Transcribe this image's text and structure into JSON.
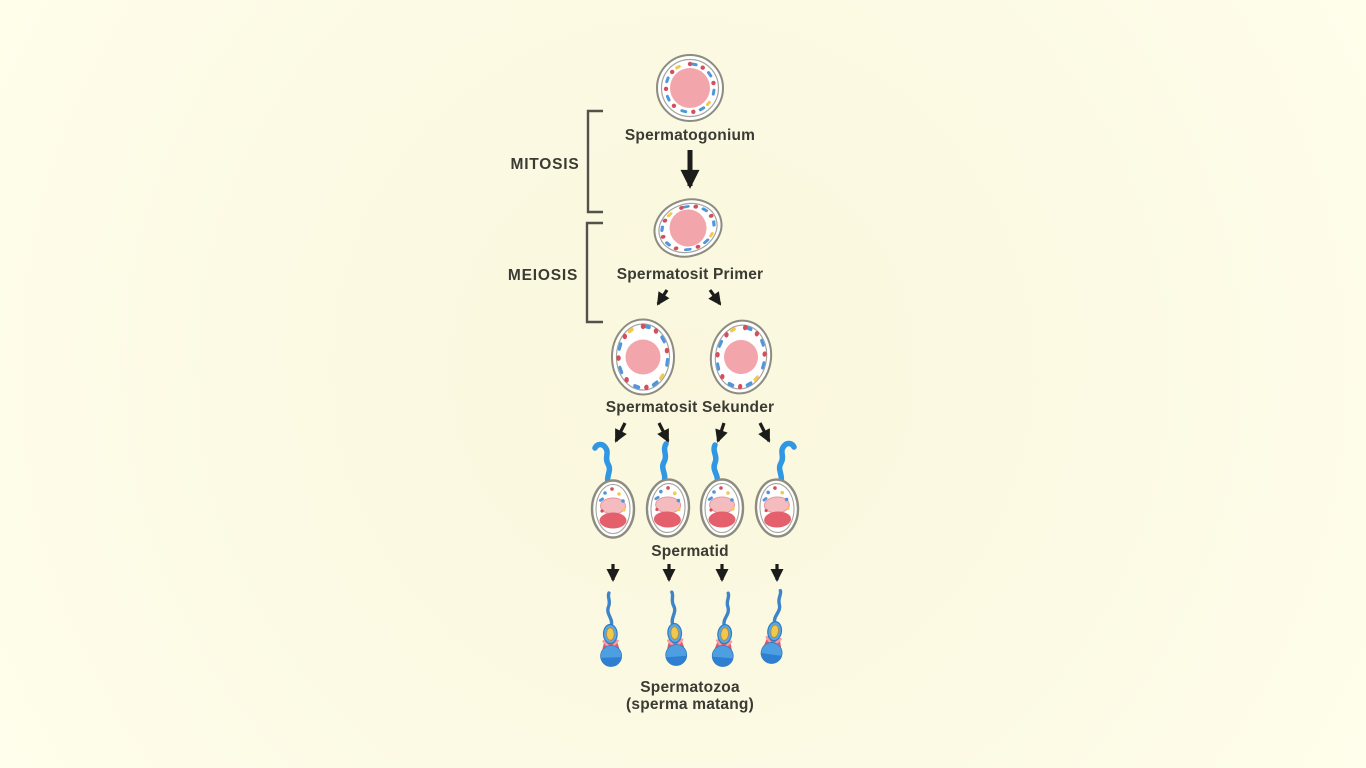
{
  "diagram": {
    "phases": [
      {
        "name": "mitosis",
        "label": "MITOSIS"
      },
      {
        "name": "meiosis",
        "label": "MEIOSIS"
      }
    ],
    "stages": [
      {
        "name": "spermatogonium",
        "label": "Spermatogonium",
        "cell_count": 1
      },
      {
        "name": "spermatosit-primer",
        "label": "Spermatosit Primer",
        "cell_count": 1
      },
      {
        "name": "spermatosit-sekunder",
        "label": "Spermatosit Sekunder",
        "cell_count": 2
      },
      {
        "name": "spermatid",
        "label": "Spermatid",
        "cell_count": 4
      },
      {
        "name": "spermatozoa",
        "label": "Spermatozoa",
        "sublabel": "(sperma matang)",
        "cell_count": 4
      }
    ],
    "colors": {
      "background": "#FCFAE4",
      "text": "#3B3B33",
      "bracket": "#52524A",
      "arrow": "#1C1C1A",
      "membrane": "#8C8C80",
      "nucleus_pink": "#F2A6AB",
      "spermatid_pink_light": "#F5BCC0",
      "spermatid_red": "#E4606C",
      "speck_blue": "#4E97DE",
      "speck_red": "#D44F5E",
      "speck_yellow": "#F3C84F",
      "tail_blue": "#2F97E3",
      "sperm_tail_blue": "#3E85C8",
      "sperm_head_blue": "#4E9FE2",
      "sperm_head_blue_dark": "#2F7FD0",
      "sperm_band_red": "#E85A66",
      "sperm_yellow": "#F2C84C"
    }
  }
}
